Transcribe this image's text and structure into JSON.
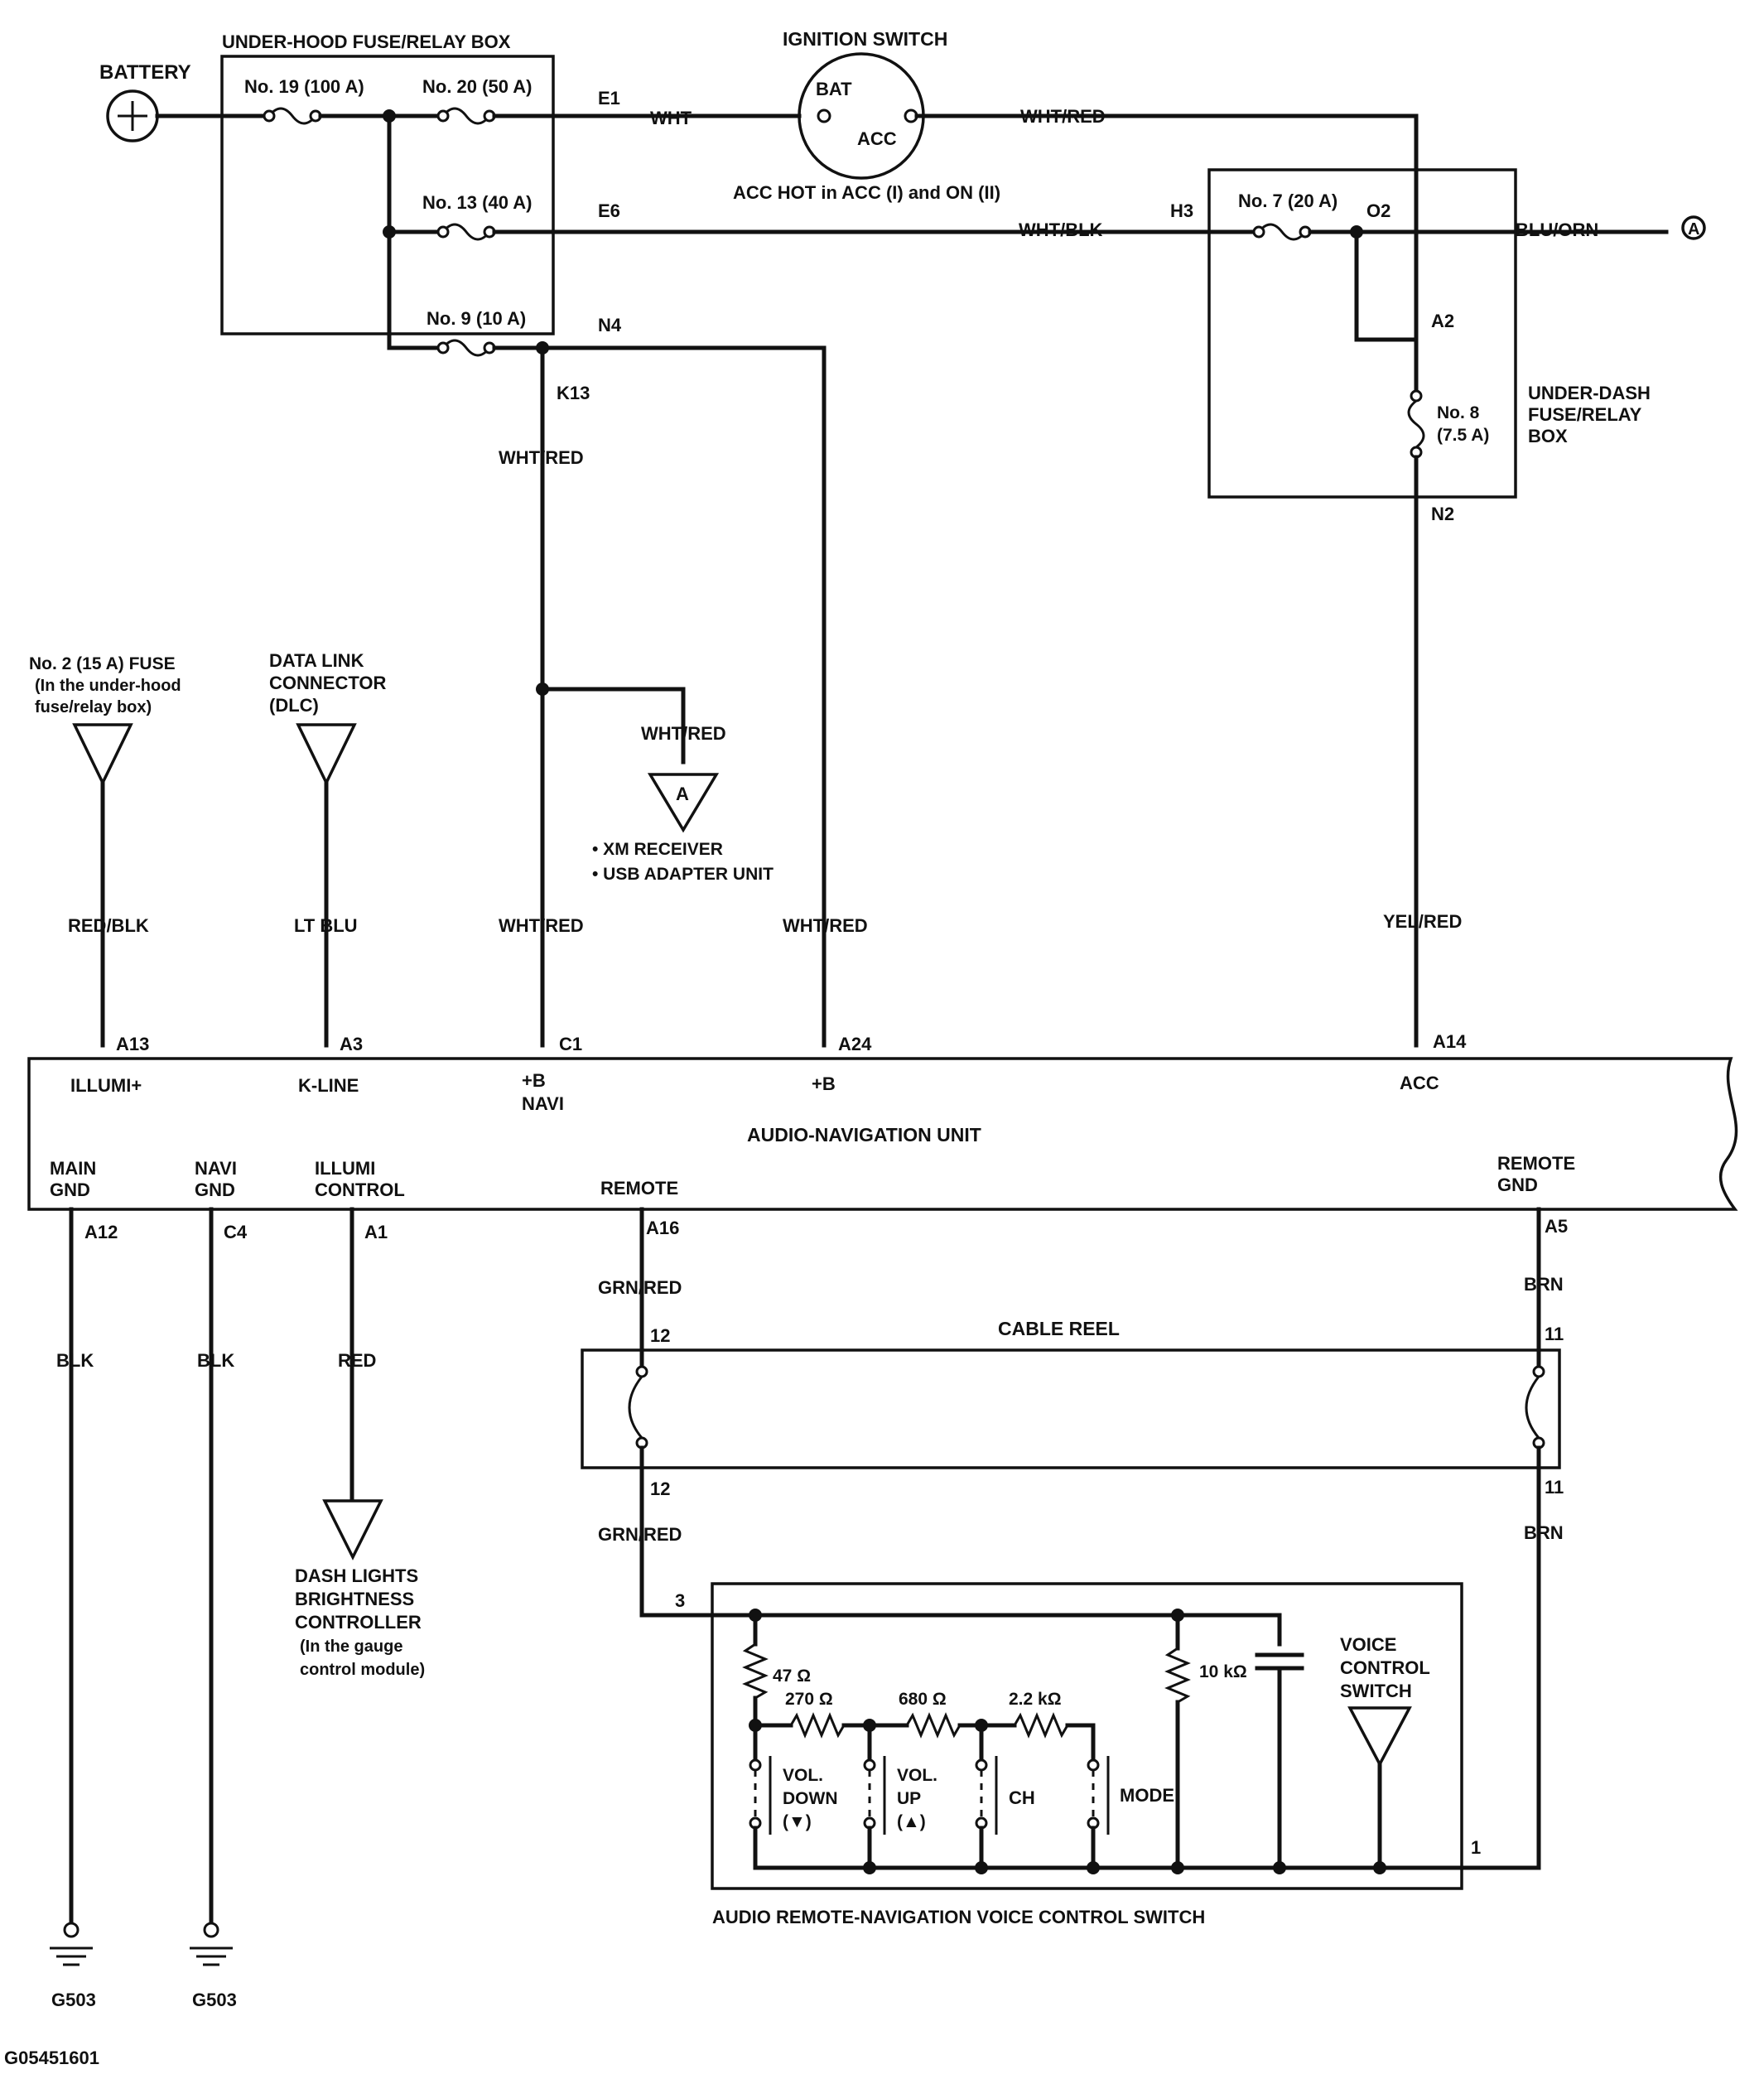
{
  "battery": {
    "label": "BATTERY"
  },
  "underhood_box": {
    "label": "UNDER-HOOD FUSE/RELAY BOX"
  },
  "fuses": {
    "f19": "No. 19 (100 A)",
    "f20": "No. 20 (50 A)",
    "f13": "No. 13 (40 A)",
    "f9": "No. 9 (10 A)",
    "f7": "No. 7 (20 A)",
    "f8_line1": "No. 8",
    "f8_line2": "(7.5 A)"
  },
  "ignition": {
    "label": "IGNITION SWITCH",
    "bat": "BAT",
    "acc": "ACC",
    "note": "ACC HOT in ACC (I) and ON (II)"
  },
  "underdash_box": {
    "line1": "UNDER-DASH",
    "line2": "FUSE/RELAY",
    "line3": "BOX"
  },
  "connectors": {
    "E1": "E1",
    "E6": "E6",
    "N4": "N4",
    "K13": "K13",
    "H3": "H3",
    "O2": "O2",
    "A2": "A2",
    "N2": "N2",
    "A13": "A13",
    "A3": "A3",
    "C1": "C1",
    "A24": "A24",
    "A14": "A14",
    "A12": "A12",
    "C4": "C4",
    "A1": "A1",
    "A16": "A16",
    "A5": "A5",
    "p12a": "12",
    "p12b": "12",
    "p11a": "11",
    "p11b": "11",
    "p3": "3",
    "p1": "1"
  },
  "wires": {
    "wht": "WHT",
    "wht_red_ign": "WHT/RED",
    "wht_blk": "WHT/BLK",
    "blu_orn": "BLU/ORN",
    "wht_red_k13": "WHT/RED",
    "wht_red_branch": "WHT/RED",
    "wht_red_c1": "WHT/RED",
    "wht_red_a24": "WHT/RED",
    "red_blk": "RED/BLK",
    "lt_blu": "LT BLU",
    "yel_red": "YEL/RED",
    "blk1": "BLK",
    "blk2": "BLK",
    "red": "RED",
    "grn_red1": "GRN/RED",
    "grn_red2": "GRN/RED",
    "brn1": "BRN",
    "brn2": "BRN"
  },
  "offpage": {
    "a_right": "A",
    "a_tri": "A"
  },
  "xm": {
    "line1": "• XM RECEIVER",
    "line2": "• USB ADAPTER UNIT"
  },
  "fuse2": {
    "line1": "No. 2 (15 A) FUSE",
    "line2": "(In the under-hood",
    "line3": "fuse/relay box)"
  },
  "dlc": {
    "line1": "DATA LINK",
    "line2": "CONNECTOR",
    "line3": "(DLC)"
  },
  "unit": {
    "title": "AUDIO-NAVIGATION UNIT",
    "illumi_plus": "ILLUMI+",
    "kline": "K-LINE",
    "b_navi1": "+B",
    "b_navi2": "NAVI",
    "b": "+B",
    "acc": "ACC",
    "main_gnd1": "MAIN",
    "main_gnd2": "GND",
    "navi_gnd1": "NAVI",
    "navi_gnd2": "GND",
    "illumi_ctrl1": "ILLUMI",
    "illumi_ctrl2": "CONTROL",
    "remote": "REMOTE",
    "remote_gnd1": "REMOTE",
    "remote_gnd2": "GND"
  },
  "cable_reel": {
    "label": "CABLE REEL"
  },
  "dash_lights": {
    "line1": "DASH LIGHTS",
    "line2": "BRIGHTNESS",
    "line3": "CONTROLLER",
    "line4": "(In the gauge",
    "line5": "control module)"
  },
  "switch_box": {
    "label": "AUDIO REMOTE-NAVIGATION VOICE CONTROL SWITCH",
    "r47": "47 Ω",
    "r270": "270 Ω",
    "r680": "680 Ω",
    "r2k2": "2.2 kΩ",
    "r10k": "10 kΩ",
    "vol_down1": "VOL.",
    "vol_down2": "DOWN",
    "vol_down3": "(▼)",
    "vol_up1": "VOL.",
    "vol_up2": "UP",
    "vol_up3": "(▲)",
    "ch": "CH",
    "mode": "MODE",
    "voice1": "VOICE",
    "voice2": "CONTROL",
    "voice3": "SWITCH"
  },
  "grounds": {
    "g1": "G503",
    "g2": "G503"
  },
  "figure_id": "G05451601"
}
